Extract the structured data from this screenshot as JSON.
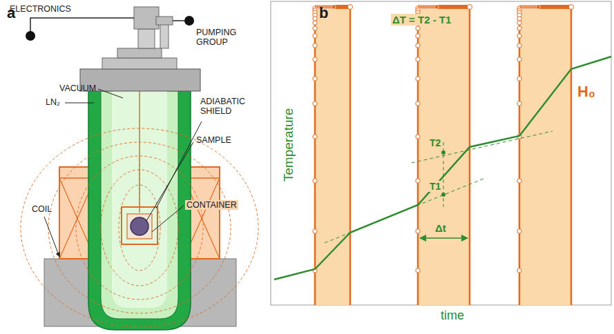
{
  "diagram": {
    "labels": [
      "a",
      "b",
      "ELECTRONICS",
      "PUMPING GROUP",
      "VACUUM",
      "LN₂",
      "ADIABATIC SHIELD",
      "SAMPLE",
      "CONTAINER",
      "COIL",
      "ΔT = T2 - T1",
      "T2",
      "T1",
      "Δt",
      "H₀",
      "Temperature",
      "time"
    ]
  }
}
